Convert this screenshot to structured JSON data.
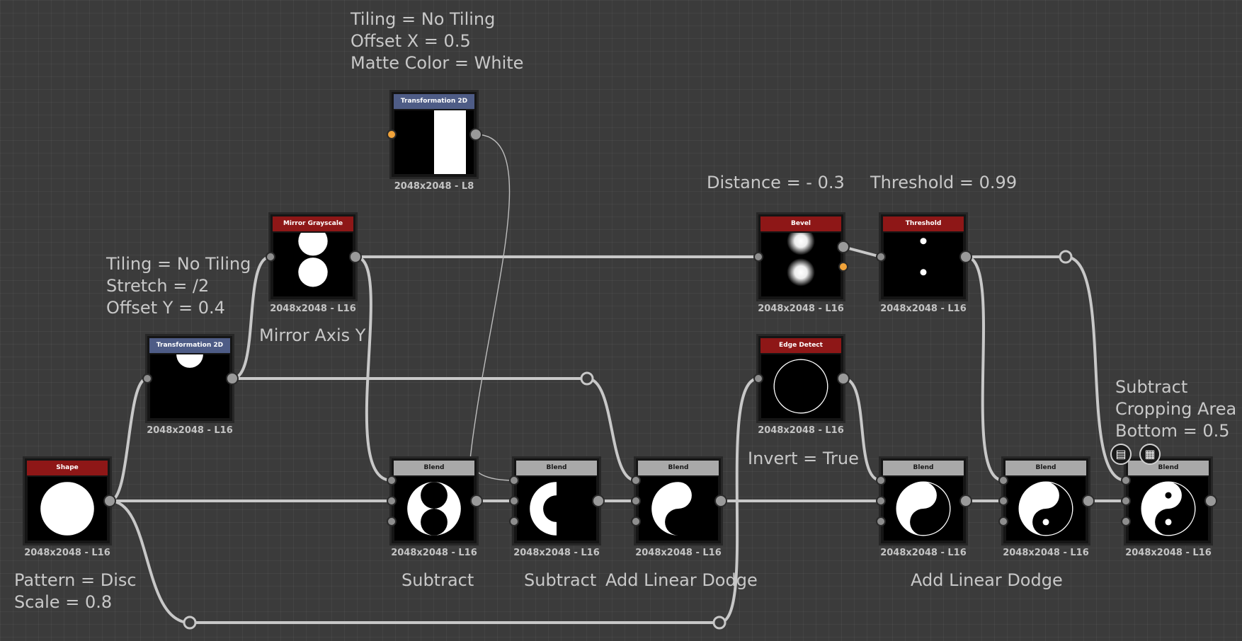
{
  "nodes": {
    "shape": {
      "title": "Shape",
      "resolution": "2048x2048 - L16"
    },
    "transform_a": {
      "title": "Transformation 2D",
      "resolution": "2048x2048 - L16"
    },
    "mirror": {
      "title": "Mirror Grayscale",
      "resolution": "2048x2048 - L16"
    },
    "transform_b": {
      "title": "Transformation 2D",
      "resolution": "2048x2048 - L8"
    },
    "blend1": {
      "title": "Blend",
      "resolution": "2048x2048 - L16"
    },
    "blend2": {
      "title": "Blend",
      "resolution": "2048x2048 - L16"
    },
    "blend3": {
      "title": "Blend",
      "resolution": "2048x2048 - L16"
    },
    "bevel": {
      "title": "Bevel",
      "resolution": "2048x2048 - L16"
    },
    "edge": {
      "title": "Edge Detect",
      "resolution": "2048x2048 - L16"
    },
    "threshold": {
      "title": "Threshold",
      "resolution": "2048x2048 - L16"
    },
    "blend4": {
      "title": "Blend",
      "resolution": "2048x2048 - L16"
    },
    "blend5": {
      "title": "Blend",
      "resolution": "2048x2048 - L16"
    },
    "blend6": {
      "title": "Blend",
      "resolution": "2048x2048 - L16"
    }
  },
  "notes": {
    "transform_b": [
      "Tiling = No Tiling",
      "Offset X = 0.5",
      "Matte Color = White"
    ],
    "transform_a": [
      "Tiling = No Tiling",
      "Stretch = /2",
      "Offset Y = 0.4"
    ],
    "mirror": "Mirror Axis Y",
    "shape": [
      "Pattern = Disc",
      "Scale = 0.8"
    ],
    "bevel": "Distance = - 0.3",
    "threshold": "Threshold = 0.99",
    "edge": "Invert = True",
    "blend1": "Subtract",
    "blend2": "Subtract",
    "blend3": "Add Linear Dodge",
    "blend45": "Add Linear Dodge",
    "blend6": [
      "Subtract",
      "Cropping Area",
      "Bottom = 0.5"
    ]
  },
  "icons": {
    "doc": "document-icon",
    "checker": "checker-icon"
  },
  "colors": {
    "background": "#3b3b3b",
    "header_generator": "#8e1717",
    "header_transform": "#4e5c86",
    "header_blend": "#a9a9a9",
    "port_highlight": "#f1a33a",
    "wire": "#c8c8c8"
  }
}
